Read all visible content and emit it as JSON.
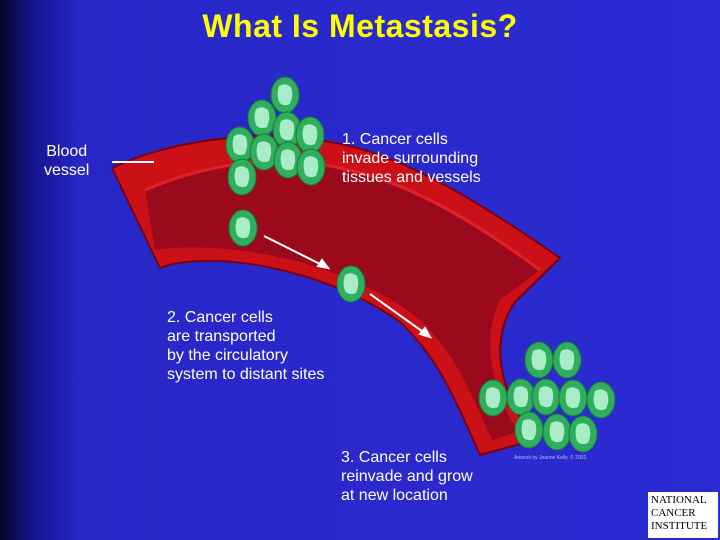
{
  "title": "What Is Metastasis?",
  "labels": {
    "blood_vessel": [
      "Blood",
      "vessel"
    ],
    "step1": [
      "1. Cancer cells",
      "invade surrounding",
      "tissues and vessels"
    ],
    "step2": [
      "2. Cancer cells",
      "are transported",
      "by the circulatory",
      "system to distant sites"
    ],
    "step3": [
      "3. Cancer cells",
      "reinvade and grow",
      "at new location"
    ]
  },
  "credit": "Artwork by Jeanne Kelly. © 2002.",
  "logo": {
    "lines": [
      "NATIONAL",
      "CANCER",
      "INSTITUTE"
    ]
  },
  "colors": {
    "background": "#2b2bd2",
    "title": "#ffff00",
    "vessel_wall": "#cc1018",
    "vessel_lumen": "#9a0a1c",
    "cell_outer": "#2fae5e",
    "cell_inner": "#a9ecc8"
  }
}
